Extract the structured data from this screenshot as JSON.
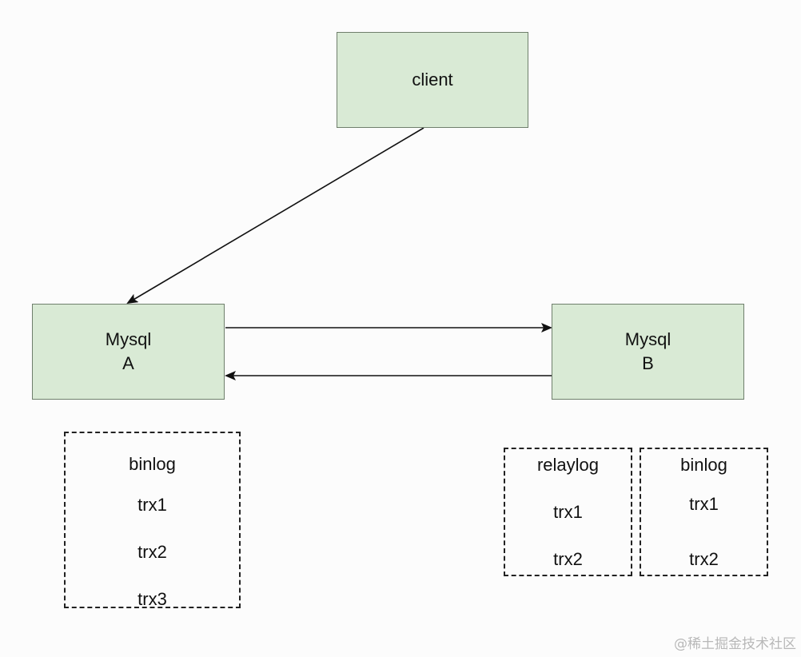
{
  "nodes": {
    "client": {
      "label": "client"
    },
    "mysql_a": {
      "line1": "Mysql",
      "line2": "A"
    },
    "mysql_b": {
      "line1": "Mysql",
      "line2": "B"
    }
  },
  "logs": {
    "a_binlog": {
      "title": "binlog",
      "items": [
        "trx1",
        "trx2",
        "trx3"
      ]
    },
    "b_relaylog": {
      "title": "relaylog",
      "items": [
        "trx1",
        "trx2"
      ]
    },
    "b_binlog": {
      "title": "binlog",
      "items": [
        "trx1",
        "trx2"
      ]
    }
  },
  "edges": [
    {
      "from": "client",
      "to": "mysql_a"
    },
    {
      "from": "mysql_a",
      "to": "mysql_b"
    },
    {
      "from": "mysql_b",
      "to": "mysql_a"
    }
  ],
  "colors": {
    "node_fill": "#d9ead5",
    "node_border": "#6f7f6c",
    "edge": "#111111"
  },
  "watermark": "@稀土掘金技术社区"
}
